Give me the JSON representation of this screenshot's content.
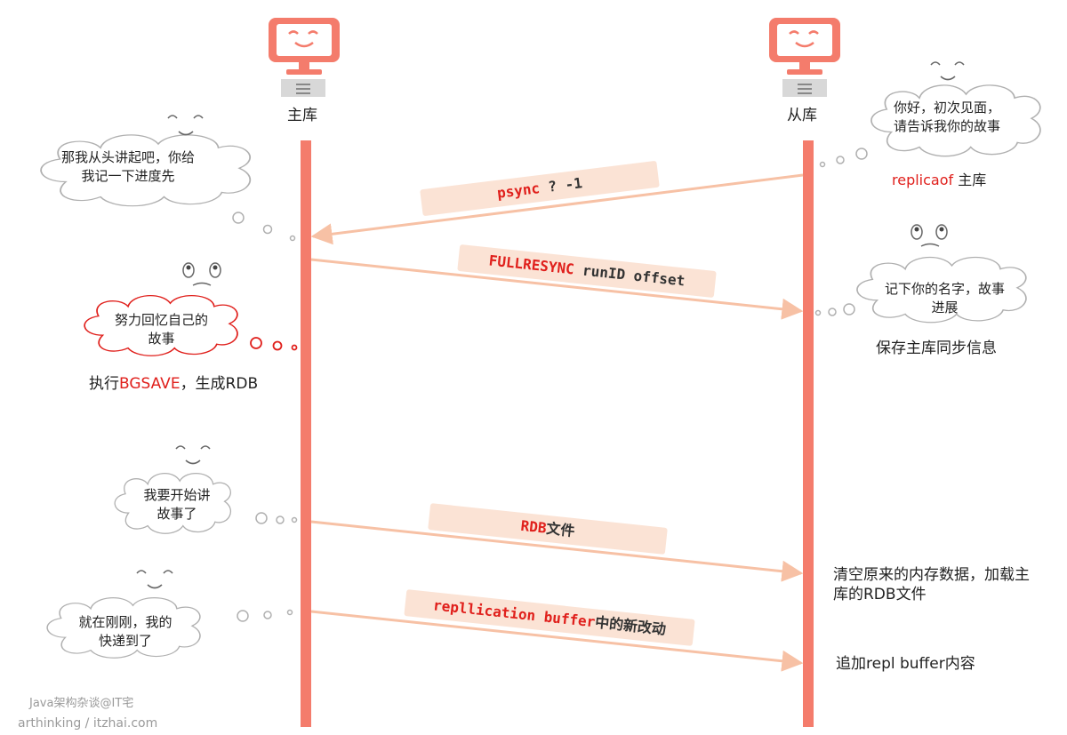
{
  "nodes": {
    "master_label": "主库",
    "replica_label": "从库"
  },
  "messages": {
    "psync": {
      "cmd": "psync",
      "rest": " ? -1"
    },
    "fullresync": {
      "cmd": "FULLRESYNC",
      "rest": " runID offset"
    },
    "rdb": {
      "cmd": "RDB",
      "rest": "文件"
    },
    "repl": {
      "cmd": "repllication buffer",
      "rest": "中的新改动"
    }
  },
  "thoughts": {
    "replica_hello": "你好，初次见面，请告诉我你的故事",
    "master_start": "那我从头讲起吧，你给我记一下进度先",
    "replica_note": "记下你的名字，故事进展",
    "master_recall": "努力回忆自己的故事",
    "master_begin": "我要开始讲故事了",
    "master_delivery": "就在刚刚，我的快递到了"
  },
  "actions": {
    "replicaof_cmd": "replicaof",
    "replicaof_rest": " 主库",
    "save_info": "保存主库同步信息",
    "bgsave_prefix": "执行",
    "bgsave_cmd": "BGSAVE",
    "bgsave_suffix": "，生成RDB",
    "clear_load": "清空原来的内存数据，加载主库的RDB文件",
    "append_buffer": "追加repl buffer内容"
  },
  "watermark": {
    "line1": "Java架构杂谈@IT宅",
    "line2": "arthinking / itzhai.com"
  },
  "colors": {
    "lifeline": "#f47c6c",
    "arrow": "#f7c1a5",
    "tag_bg": "#fbe3d5",
    "accent_red": "#e0201c",
    "cloud_gray": "#b0b0b0",
    "cloud_red": "#e0201c"
  },
  "icons": [
    "monitor-icon",
    "server-icon",
    "smiley-face-icon",
    "worried-face-icon"
  ]
}
